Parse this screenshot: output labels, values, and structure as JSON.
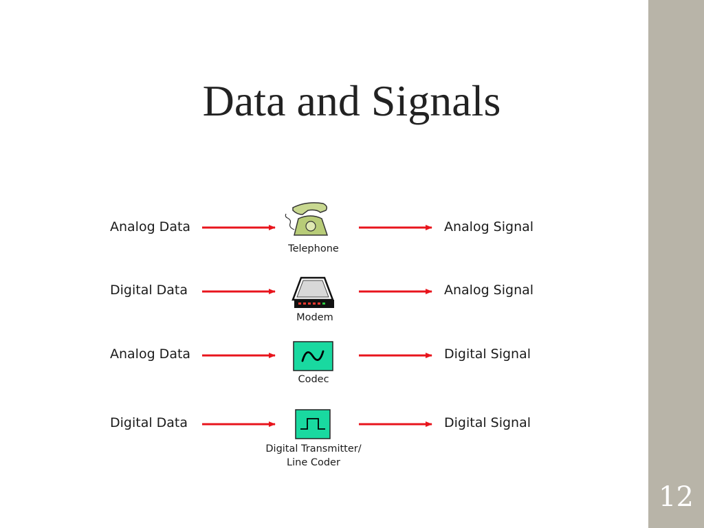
{
  "slide": {
    "title": "Data and Signals",
    "page_number": "12"
  },
  "colors": {
    "arrow": "#e8141c",
    "device_green": "#19d9a0",
    "sidebar": "#b8b4a8"
  },
  "rows": [
    {
      "input": "Analog Data",
      "device_icon": "telephone-icon",
      "device_label_lines": [
        "Telephone"
      ],
      "output": "Analog Signal"
    },
    {
      "input": "Digital Data",
      "device_icon": "modem-icon",
      "device_label_lines": [
        "Modem"
      ],
      "output": "Analog Signal"
    },
    {
      "input": "Analog Data",
      "device_icon": "codec-icon",
      "device_label_lines": [
        "Codec"
      ],
      "output": "Digital Signal"
    },
    {
      "input": "Digital Data",
      "device_icon": "line-coder-icon",
      "device_label_lines": [
        "Digital Transmitter/",
        "Line Coder"
      ],
      "output": "Digital Signal"
    }
  ]
}
